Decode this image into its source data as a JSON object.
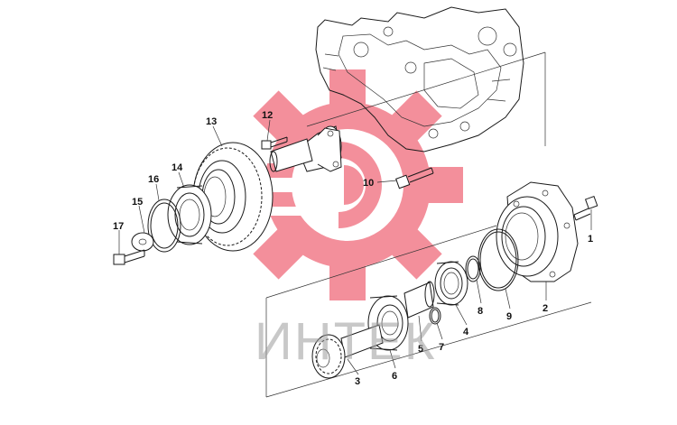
{
  "watermark": {
    "text": "ИНТЕК",
    "gear_color": "#f06a7a",
    "text_color": "#9a9a9a"
  },
  "callouts": [
    {
      "id": "1",
      "part": "bolt"
    },
    {
      "id": "2",
      "part": "bearing-housing"
    },
    {
      "id": "3",
      "part": "pinion-shaft"
    },
    {
      "id": "4",
      "part": "bearing"
    },
    {
      "id": "5",
      "part": "spacer"
    },
    {
      "id": "6",
      "part": "bearing"
    },
    {
      "id": "7",
      "part": "snap-ring"
    },
    {
      "id": "8",
      "part": "snap-ring"
    },
    {
      "id": "9",
      "part": "o-ring"
    },
    {
      "id": "10",
      "part": "bolt"
    },
    {
      "id": "12",
      "part": "bolt"
    },
    {
      "id": "13",
      "part": "idler-gear"
    },
    {
      "id": "14",
      "part": "bearing"
    },
    {
      "id": "15",
      "part": "snap-ring"
    },
    {
      "id": "16",
      "part": "snap-ring"
    },
    {
      "id": "17",
      "part": "bolt"
    }
  ]
}
